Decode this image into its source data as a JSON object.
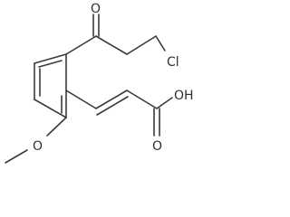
{
  "molecule": {
    "atoms": {
      "carbonyl_oxygen": "O",
      "chlorine": "Cl",
      "hydroxyl": "OH",
      "acid_carbonyl_oxygen": "O",
      "methoxy_oxygen": "O"
    }
  }
}
